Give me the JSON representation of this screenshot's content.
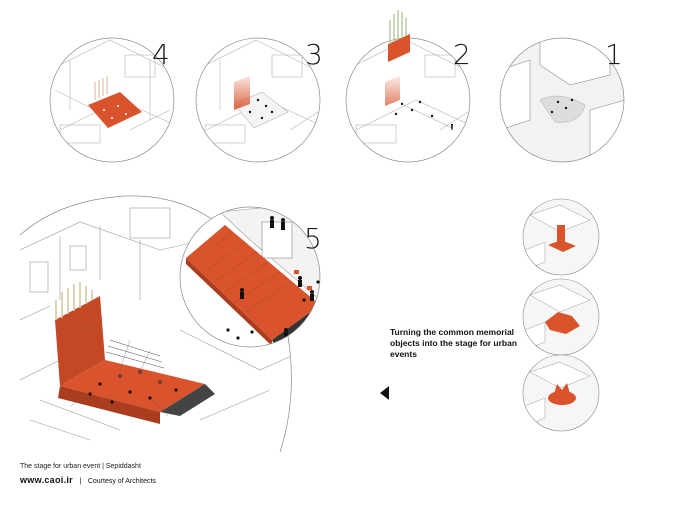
{
  "stage_numbers": [
    "4",
    "3",
    "2",
    "1",
    "5"
  ],
  "tagline": "Turning the common memorial objects into the stage for urban events",
  "caption": "The stage for urban event | Sepiddasht",
  "site": "www.caoi.ir",
  "separator": "|",
  "credit": "Courtesy of Architects",
  "colors": {
    "accent": "#d9532c",
    "line": "#9a9a9a",
    "ink": "#111111"
  },
  "icons": [
    "left-arrow-icon"
  ]
}
